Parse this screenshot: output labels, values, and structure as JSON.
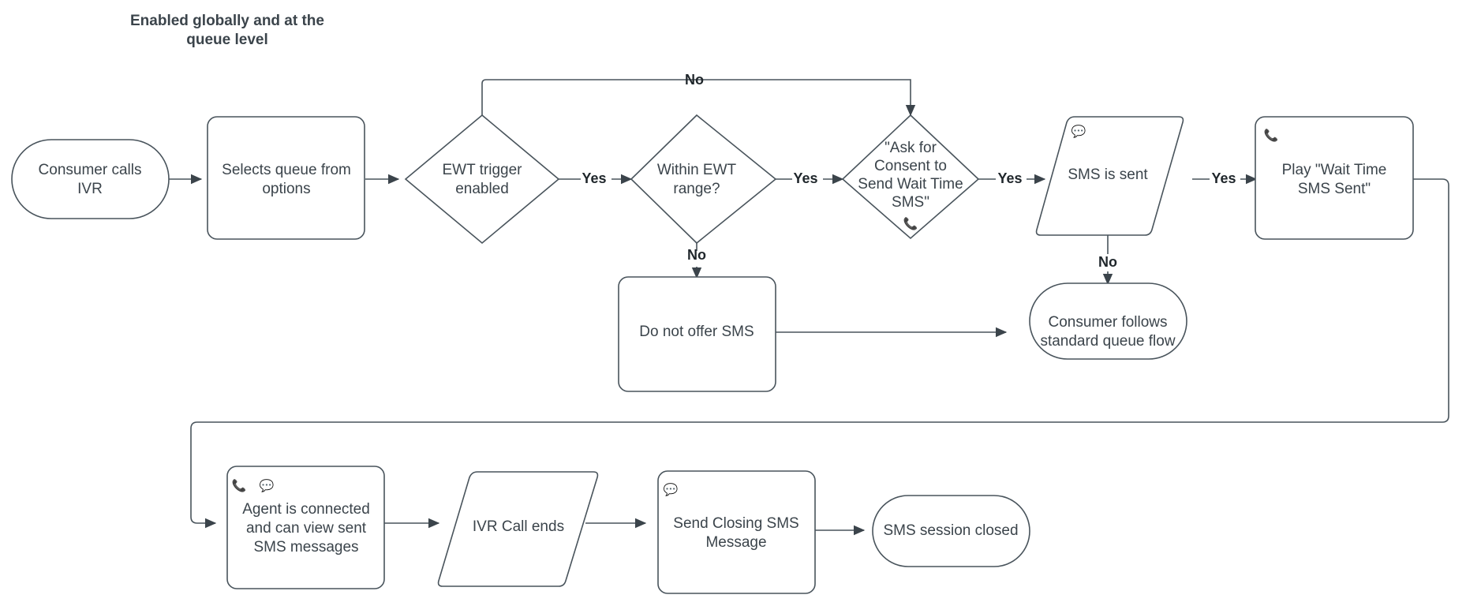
{
  "diagram": {
    "title": {
      "line1": "Enabled globally and at the",
      "line2": "queue level"
    },
    "colors": {
      "stroke": "#49545c",
      "node_text": "#3b444b",
      "edge_label": "#1f262b",
      "icon": "#8a8f94",
      "background": "#ffffff"
    },
    "nodes": [
      {
        "id": "consumer-calls-ivr",
        "shape": "stadium",
        "line1": "Consumer calls",
        "line2": "IVR",
        "icons": []
      },
      {
        "id": "selects-queue",
        "shape": "rounded-rect",
        "line1": "Selects queue from",
        "line2": "options",
        "icons": []
      },
      {
        "id": "ewt-trigger",
        "shape": "diamond",
        "line1": "EWT trigger",
        "line2": "enabled",
        "icons": []
      },
      {
        "id": "within-ewt-range",
        "shape": "diamond",
        "line1": "Within EWT",
        "line2": "range?",
        "icons": []
      },
      {
        "id": "ask-for-consent",
        "shape": "diamond",
        "line1": "\"Ask for",
        "line2": "Consent to",
        "line3": "Send Wait Time",
        "line4": "SMS\"",
        "icons": [
          "phone-icon"
        ]
      },
      {
        "id": "sms-is-sent",
        "shape": "parallelogram",
        "line1": "SMS is sent",
        "line2": "",
        "icons": [
          "chat-icon"
        ]
      },
      {
        "id": "play-wait-time",
        "shape": "rounded-rect",
        "line1": "Play \"Wait Time",
        "line2": "SMS Sent\"",
        "icons": [
          "phone-icon"
        ]
      },
      {
        "id": "do-not-offer-sms",
        "shape": "rounded-rect",
        "line1": "Do not offer SMS",
        "line2": "",
        "icons": []
      },
      {
        "id": "consumer-follows",
        "shape": "stadium",
        "line1": "Consumer follows",
        "line2": "standard queue flow",
        "icons": []
      },
      {
        "id": "agent-connected",
        "shape": "rounded-rect",
        "line1": "Agent is connected",
        "line2": "and can view sent",
        "line3": "SMS messages",
        "icons": [
          "phone-icon",
          "chat-icon"
        ]
      },
      {
        "id": "ivr-call-ends",
        "shape": "parallelogram",
        "line1": "IVR Call ends",
        "line2": "",
        "icons": []
      },
      {
        "id": "send-closing-sms",
        "shape": "rounded-rect",
        "line1": "Send Closing SMS",
        "line2": "Message",
        "icons": [
          "chat-icon"
        ]
      },
      {
        "id": "sms-session-closed",
        "shape": "stadium",
        "line1": "SMS session closed",
        "line2": "",
        "icons": []
      }
    ],
    "edge_labels": {
      "ewt_trigger_no": "No",
      "ewt_trigger_yes": "Yes",
      "within_range_yes": "Yes",
      "within_range_no": "No",
      "consent_yes": "Yes",
      "sms_sent_yes": "Yes",
      "sms_sent_no": "No"
    }
  }
}
